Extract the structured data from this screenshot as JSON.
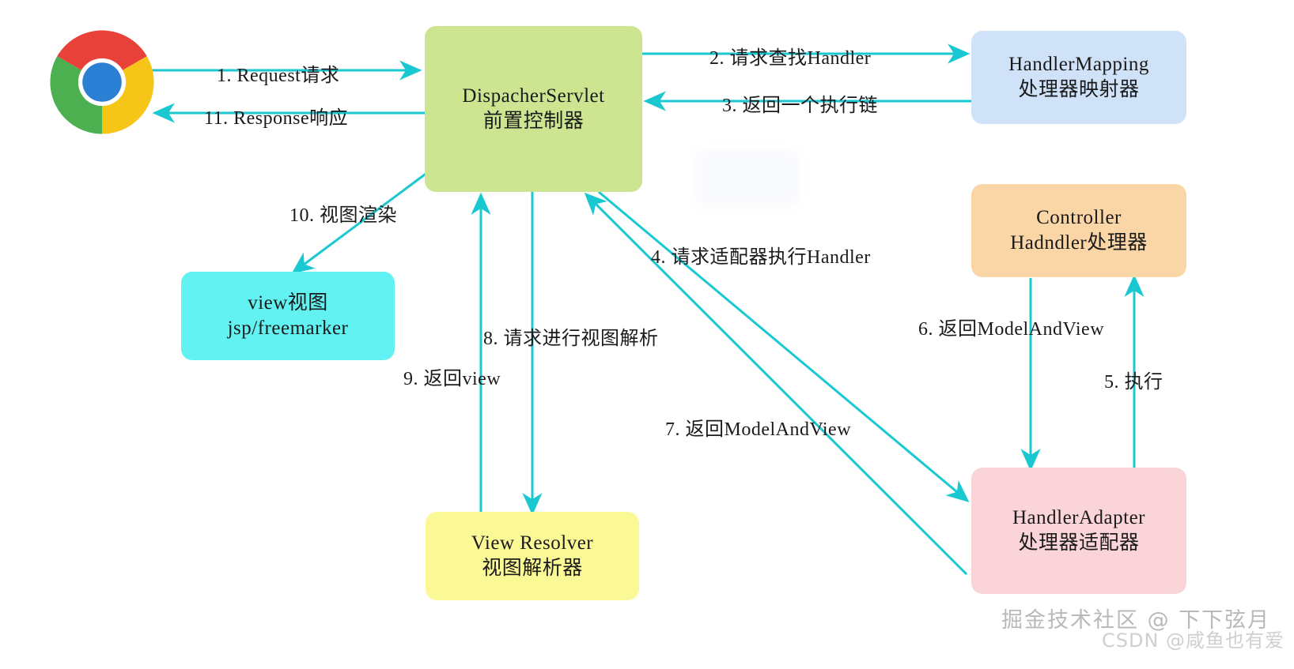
{
  "diagram": {
    "title": "SpringMVC Request Processing Flow",
    "type": "flow-diagram",
    "colors": {
      "arrow": "#19c8d0",
      "dispatcher_fill": "#cde591",
      "handler_mapping_fill": "#cfe2f8",
      "controller_fill": "#fad5a5",
      "handler_adapter_fill": "#fad4d8",
      "view_fill": "#62f2f2",
      "view_resolver_fill": "#fbf896",
      "text": "#1a1a1a"
    },
    "nodes": {
      "browser": {
        "icon": "chrome-logo-icon",
        "label": "Chrome"
      },
      "dispatcher": {
        "line1": "DispacherServlet",
        "line2": "前置控制器"
      },
      "handler_mapping": {
        "line1": "HandlerMapping",
        "line2": "处理器映射器"
      },
      "controller": {
        "line1": "Controller",
        "line2": "Hadndler处理器"
      },
      "handler_adapter": {
        "line1": "HandlerAdapter",
        "line2": "处理器适配器"
      },
      "view": {
        "line1": "view视图",
        "line2": "jsp/freemarker"
      },
      "view_resolver": {
        "line1": "View Resolver",
        "line2": "视图解析器"
      }
    },
    "edges": [
      {
        "id": "e1",
        "label": "1. Request请求"
      },
      {
        "id": "e11",
        "label": "11. Response响应"
      },
      {
        "id": "e2",
        "label": "2. 请求查找Handler"
      },
      {
        "id": "e3",
        "label": "3. 返回一个执行链"
      },
      {
        "id": "e4",
        "label": "4. 请求适配器执行Handler"
      },
      {
        "id": "e5",
        "label": "5. 执行"
      },
      {
        "id": "e6",
        "label": "6. 返回ModelAndView"
      },
      {
        "id": "e7",
        "label": "7. 返回ModelAndView"
      },
      {
        "id": "e8",
        "label": "8. 请求进行视图解析"
      },
      {
        "id": "e9",
        "label": "9. 返回view"
      },
      {
        "id": "e10",
        "label": "10. 视图渲染"
      }
    ],
    "watermarks": {
      "juejin": "掘金技术社区 @ 下下弦月",
      "csdn": "CSDN @咸鱼也有爱"
    }
  }
}
